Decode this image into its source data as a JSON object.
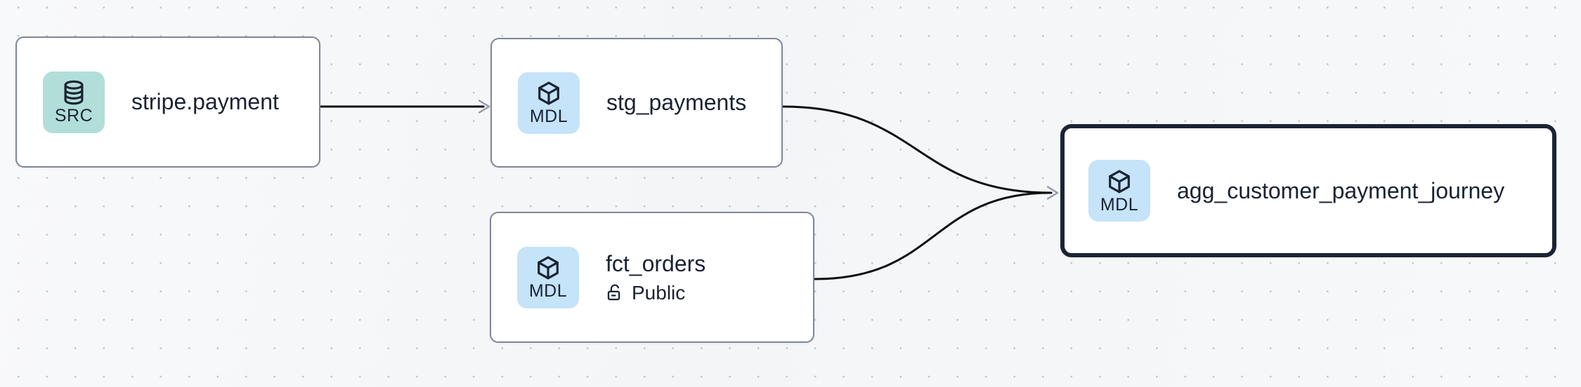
{
  "canvas": {
    "background_color": "#f5f6f8",
    "dot_color": "#c6cad2",
    "edge_color": "#0c0f14",
    "arrowhead_color": "#949ca9",
    "node_border_color": "#7e8797",
    "selected_node_border_color": "#1b2433",
    "text_color": "#1a2332",
    "src_badge_color": "#b2ded9",
    "mdl_badge_color": "#c5e3f9"
  },
  "nodes": [
    {
      "id": "stripe.payment",
      "title": "stripe.payment",
      "type": "source",
      "badge_label": "SRC",
      "badge_icon": "database-icon",
      "selected": false
    },
    {
      "id": "stg_payments",
      "title": "stg_payments",
      "type": "model",
      "badge_label": "MDL",
      "badge_icon": "cube-icon",
      "selected": false
    },
    {
      "id": "fct_orders",
      "title": "fct_orders",
      "type": "model",
      "badge_label": "MDL",
      "badge_icon": "cube-icon",
      "access": "Public",
      "access_icon": "unlocked-padlock-icon",
      "selected": false
    },
    {
      "id": "agg_customer_payment_journey",
      "title": "agg_customer_payment_journey",
      "type": "model",
      "badge_label": "MDL",
      "badge_icon": "cube-icon",
      "selected": true
    }
  ],
  "edges": [
    {
      "from": "stripe.payment",
      "to": "stg_payments"
    },
    {
      "from": "stg_payments",
      "to": "agg_customer_payment_journey"
    },
    {
      "from": "fct_orders",
      "to": "agg_customer_payment_journey"
    }
  ]
}
